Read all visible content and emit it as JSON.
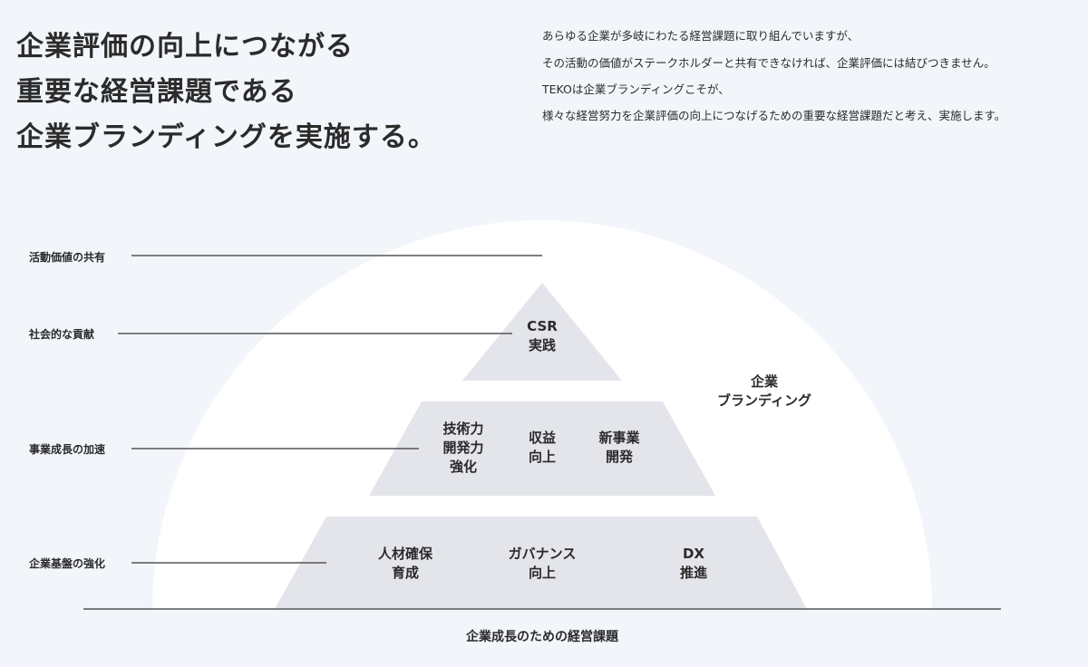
{
  "heading": {
    "line1": "企業評価の向上につながる",
    "line2": "重要な経営課題である",
    "line3": "企業ブランディングを実施する。"
  },
  "intro": [
    "あらゆる企業が多岐にわたる経営課題に取り組んでいますが、",
    "その活動の価値がステークホルダーと共有できなければ、企業評価には結びつきません。",
    "TEKOは企業ブランディングこそが、",
    "様々な経営努力を企業評価の向上につなげるための重要な経営課題だと考え、実施します。"
  ],
  "levels": [
    "活動価値の共有",
    "社会的な貢献",
    "事業成長の加速",
    "企業基盤の強化"
  ],
  "pyramid": {
    "top": "CSR\n実践",
    "middle": [
      "技術力\n開発力\n強化",
      "収益\n向上",
      "新事業\n開発"
    ],
    "bottom": [
      "人材確保\n育成",
      "ガバナンス\n向上",
      "DX\n推進"
    ]
  },
  "branding": "企業\nブランディング",
  "baseline_label": "企業成長のための経営課題"
}
